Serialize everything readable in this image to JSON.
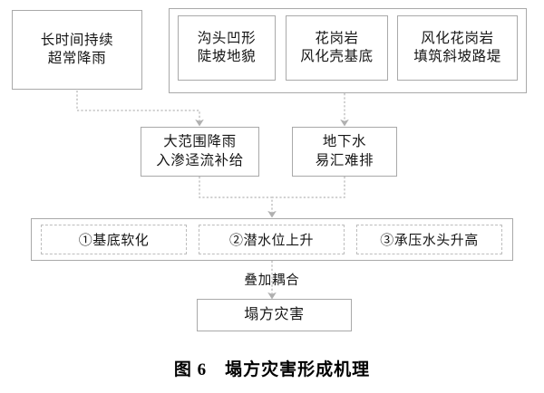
{
  "figure": {
    "caption": "图 6　塌方灾害形成机理",
    "caption_number": "图 6",
    "caption_title": "塌方灾害形成机理"
  },
  "colors": {
    "border": "#a9a9a9",
    "dashed_border": "#bdbdbd",
    "connector": "#b5b5b5",
    "text": "#161616",
    "background": "#ffffff"
  },
  "nodes": {
    "rainfall": {
      "line1": "长时间持续",
      "line2": "超常降雨"
    },
    "terrain_group": [
      {
        "line1": "沟头凹形",
        "line2": "陡坡地貌"
      },
      {
        "line1": "花岗岩",
        "line2": "风化壳基底"
      },
      {
        "line1": "风化花岗岩",
        "line2": "填筑斜坡路堤"
      }
    ],
    "infiltration": {
      "line1": "大范围降雨",
      "line2": "入渗迳流补给"
    },
    "groundwater": {
      "line1": "地下水",
      "line2": "易汇难排"
    },
    "effects": [
      {
        "label": "①基底软化"
      },
      {
        "label": "②潜水位上升"
      },
      {
        "label": "③承压水头升高"
      }
    ],
    "coupling_label": "叠加耦合",
    "disaster": {
      "label": "塌方灾害"
    }
  }
}
